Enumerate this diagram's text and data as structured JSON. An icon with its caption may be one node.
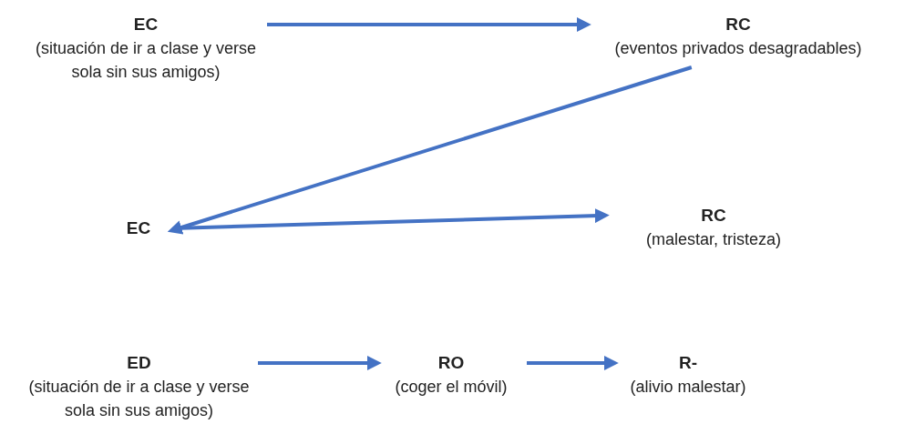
{
  "diagram": {
    "nodes": [
      {
        "text": [
          "EC",
          "(situación de ir a clase y verse sola sin sus amigos)"
        ]
      },
      {
        "text": [
          "RC",
          "(eventos privados desagradables)"
        ]
      },
      {
        "text": [
          "EC"
        ]
      },
      {
        "text": [
          "RC",
          "(malestar, tristeza)"
        ]
      },
      {
        "text": [
          "ED",
          "(situación de ir a clase y verse sola sin sus amigos)"
        ]
      },
      {
        "text": [
          "RO",
          "(coger el móvil)"
        ]
      },
      {
        "text": [
          "R-",
          "(alivio malestar)"
        ]
      }
    ],
    "edges": [
      {
        "from": 0,
        "to": 1,
        "arrow": "to"
      },
      {
        "from": 1,
        "to": 2,
        "arrow": "to"
      },
      {
        "from": 2,
        "to": 3,
        "arrow": "to"
      },
      {
        "from": 4,
        "to": 5,
        "arrow": "to"
      },
      {
        "from": 5,
        "to": 6,
        "arrow": "to"
      }
    ]
  }
}
